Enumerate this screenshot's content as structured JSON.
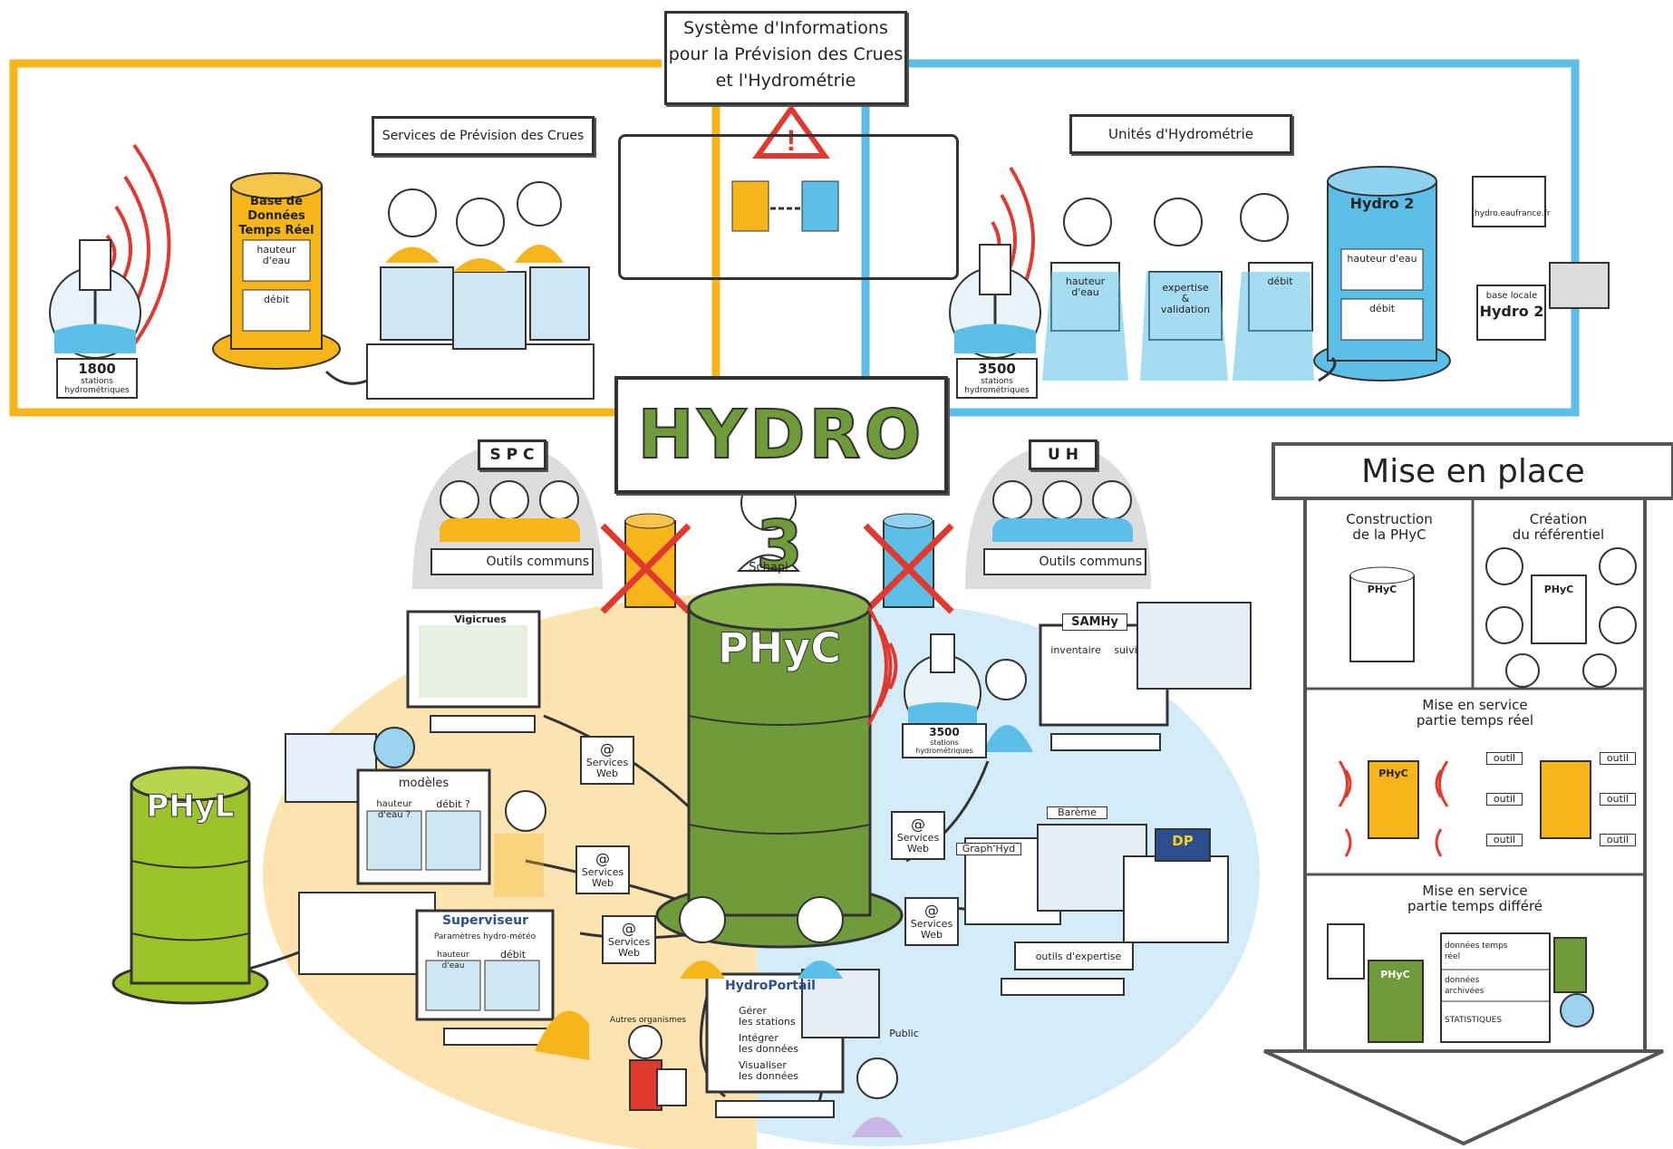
{
  "colors": {
    "spc_orange": "#f5b51b",
    "uh_blue": "#5bbfe8",
    "phyc_green": "#6f9b3a",
    "phyl_green": "#9cc32a",
    "signal_red": "#e03a30",
    "bg_orange_light": "#fde3b0",
    "bg_blue_light": "#d3ecf8"
  },
  "header": {
    "title_line1": "Système d'Informations",
    "title_line2": "pour la Prévision des Crues",
    "title_line3": "et l'Hydrométrie"
  },
  "spc_top": {
    "sign": "Services de Prévision des Crues",
    "database_line1": "Base de Données",
    "database_line2": "Temps Réel",
    "db_label_hauteur": "hauteur d'eau",
    "db_label_debit": "débit",
    "station_count": "1800",
    "station_caption": "stations hydrométriques"
  },
  "uh_top": {
    "sign": "Unités d'Hydrométrie",
    "database": "Hydro 2",
    "db_label_hauteur": "hauteur d'eau",
    "db_label_debit": "débit",
    "laptop1": "hauteur d'eau",
    "laptop2_line1": "expertise",
    "laptop2_line2": "&",
    "laptop2_line3": "validation",
    "laptop3": "débit",
    "screen_caption": "hydro.eaufrance.fr",
    "local_label": "base locale",
    "local_name": "Hydro 2",
    "station_count": "3500",
    "station_caption": "stations hydrométriques"
  },
  "center": {
    "title": "HYDRO 3",
    "spc_badge": "S P C",
    "uh_badge": "U H",
    "tools_left": "Outils communs",
    "tools_right": "Outils communs",
    "schapi": "Schapi",
    "phyc": "PHyC",
    "phyl": "PHyL",
    "station_count": "3500",
    "station_caption": "stations hydrométriques"
  },
  "web_services": {
    "label_line1": "Services",
    "label_line2": "Web",
    "symbol": "@"
  },
  "spc_zone": {
    "vigicrues": "Vigicrues",
    "modeles": "modèles",
    "hauteur": "hauteur d'eau ?",
    "debit": "débit ?",
    "superviseur": "Superviseur",
    "parametres": "Paramètres hydro-météo",
    "sup_hauteur": "hauteur d'eau",
    "sup_debit": "débit"
  },
  "uh_zone": {
    "samhy": "SAMHy",
    "inventaire": "inventaire",
    "suivi": "suivi",
    "bareme": "Barème",
    "graphs": "Graph'Hyd",
    "dp": "DP",
    "outils_expertise": "outils d'expertise"
  },
  "bottom": {
    "portal_name": "HydroPortail",
    "item1_line1": "Gérer",
    "item1_line2": "les stations",
    "item2_line1": "Intégrer",
    "item2_line2": "les données",
    "item3_line1": "Visualiser",
    "item3_line2": "les données",
    "autres": "Autres organismes",
    "public": "Public"
  },
  "mise_en_place": {
    "title": "Mise en place",
    "cell1_line1": "Construction",
    "cell1_line2": "de la PHyC",
    "cell1_badge": "PHyC",
    "cell2_line1": "Création",
    "cell2_line2": "du référentiel",
    "cell2_badge": "PHyC",
    "row2_line1": "Mise en service",
    "row2_line2": "partie temps réel",
    "row2_badge": "PHyC",
    "outil": "outil",
    "row3_line1": "Mise en service",
    "row3_line2": "partie temps différé",
    "table_row1": "données temps réel",
    "table_row2": "données archivées",
    "table_row3": "STATISTIQUES",
    "row3_badge": "PHyC"
  }
}
